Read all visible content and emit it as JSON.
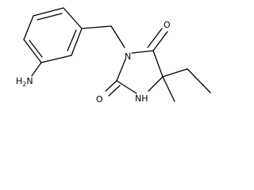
{
  "molecule": {
    "labels": {
      "amine": "H2N",
      "n3": "N",
      "n1h": "NH",
      "o_top": "O",
      "o_left": "O"
    }
  }
}
